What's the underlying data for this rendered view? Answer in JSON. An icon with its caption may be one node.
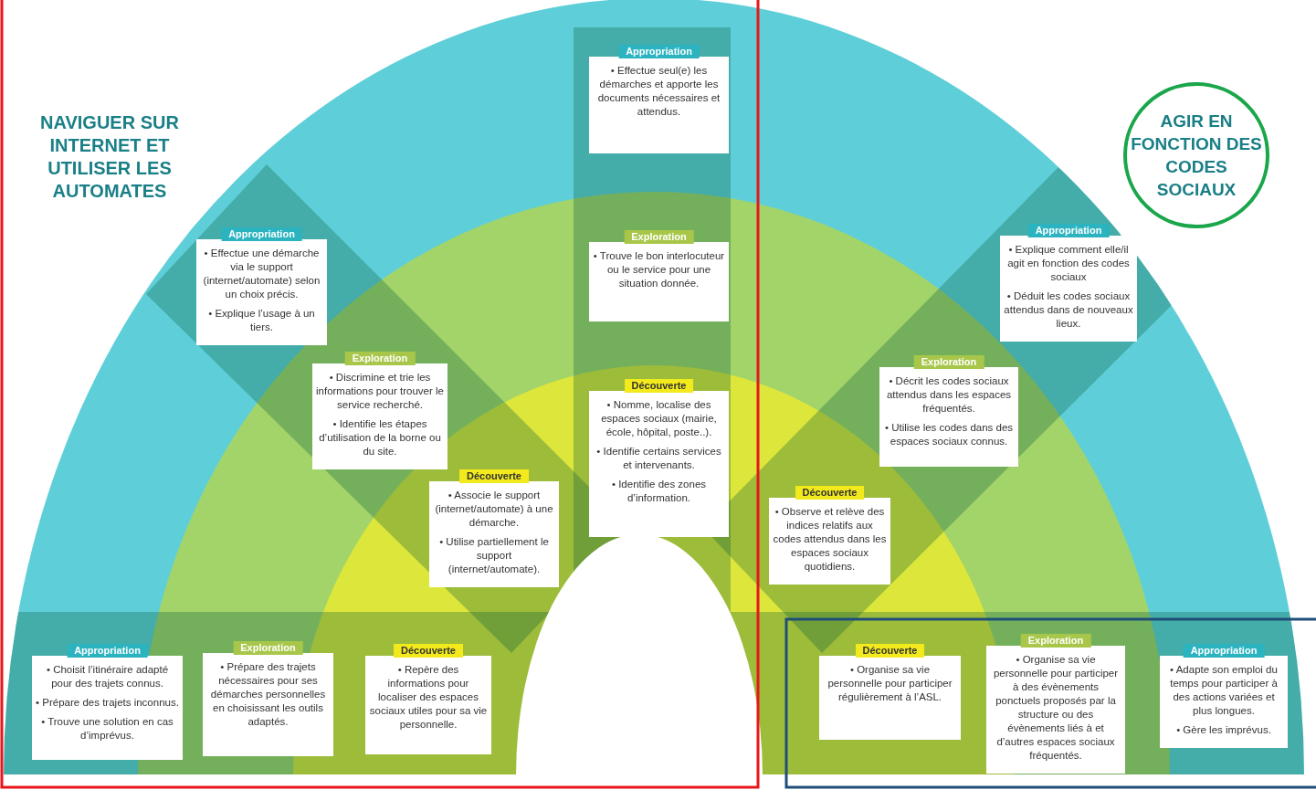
{
  "diagram": {
    "nodes": [
      {
        "text": [
          "Appropriation",
          "• Effectue seul(e) les démarches et apporte les documents nécessaires et attendus."
        ]
      },
      {
        "text": [
          "AGIR EN FONCTION DES CODES SOCIAUX"
        ]
      },
      {
        "text": [
          "Appropriation",
          "• Effectue une démarche via le support (internet/automate) selon un choix précis.",
          "• Explique l’usage à un tiers."
        ]
      },
      {
        "text": [
          "Appropriation",
          "• Explique comment elle/il agit en fonction des codes sociaux",
          "• Déduit les codes sociaux attendus dans de nouveaux lieux."
        ]
      },
      {
        "text": [
          "Exploration",
          "• Trouve le bon interlocuteur ou le service pour une situation donnée."
        ]
      },
      {
        "text": [
          "Exploration",
          "• Discrimine et trie les informations pour trouver le service recherché.",
          "• Identifie les étapes d’utilisation de la borne ou du site."
        ]
      },
      {
        "text": [
          "Exploration",
          "• Décrit les codes sociaux attendus dans les espaces fréquentés.",
          "• Utilise les codes dans des espaces sociaux connus."
        ]
      },
      {
        "text": [
          "Découverte",
          "• Nomme, localise des espaces sociaux (mairie, école, hôpital, poste..).",
          "• Identifie certains services et intervenants.",
          "• Identifie des zones d’information."
        ]
      },
      {
        "text": [
          "Découverte",
          "• Associe le support (internet/automate) à une démarche.",
          "• Utilise partiellement le support (internet/automate)."
        ]
      },
      {
        "text": [
          "Découverte",
          "• Observe et relève des indices relatifs aux codes attendus dans les espaces sociaux quotidiens."
        ]
      },
      {
        "text": [
          "Appropriation",
          "• Choisit l’itinéraire adapté pour des trajets connus.",
          "• Prépare des trajets inconnus.",
          "• Trouve une solution en cas d’imprévus."
        ]
      },
      {
        "text": [
          "Exploration",
          "• Prépare des trajets nécessaires pour ses démarches personnelles en choisissant les outils adaptés."
        ]
      },
      {
        "text": [
          "Découverte",
          "• Repère des informations pour localiser des espaces sociaux utiles pour sa vie personnelle."
        ]
      },
      {
        "text": [
          "Découverte",
          "• Organise sa vie personnelle pour participer régulièrement à l’ASL."
        ]
      },
      {
        "text": [
          "Exploration",
          "• Organise sa vie personnelle pour participer à des évènements ponctuels proposés par la structure ou des évènements liés à et d’autres espaces sociaux fréquentés."
        ]
      },
      {
        "text": [
          "Appropriation",
          "• Adapte son emploi du temps pour participer à des actions variées et plus longues.",
          "• Gère les imprévus."
        ]
      }
    ],
    "labels": [
      "NAVIGUER SUR INTERNET ET UTILISER LES AUTOMATES"
    ]
  }
}
